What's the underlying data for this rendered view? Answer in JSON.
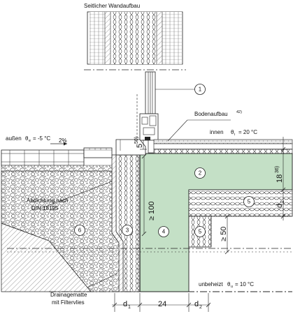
{
  "header": {
    "title": "Seitlicher Wandaufbau"
  },
  "labels": {
    "bodenaufbau": "Bodenaufbau",
    "bodenaufbau_ref": "42)",
    "innen": "innen",
    "innen_theta": "θ",
    "innen_sub": "i",
    "innen_val": "= 20 °C",
    "aussen": "außen",
    "aussen_theta": "θ",
    "aussen_sub": "e",
    "aussen_val": "= -5 °C",
    "slope": "2%",
    "abdichtung_line1": "Abdichtung nach",
    "abdichtung_line2": "DIN 18195",
    "unbeheizt": "unbeheizt",
    "unbeheizt_theta": "θ",
    "unbeheizt_sub": "u",
    "unbeheizt_val": "= 10 °C",
    "drainage_line1": "Drainagematte",
    "drainage_line2": "mit Filtervlies"
  },
  "dimensions": {
    "d1": "d",
    "d1_sub": "1",
    "width_24": "24",
    "d2": "d",
    "d2_sub": "2",
    "right_18": "18",
    "right_18_ref": "36)",
    "right_d2": "d",
    "right_d2_sub": "2",
    "min_100": "≥ 100",
    "min_50": "≥ 50",
    "five": "5",
    "five_ref": "50)"
  },
  "callouts": [
    "1",
    "2",
    "3",
    "4",
    "5",
    "5",
    "6"
  ]
}
